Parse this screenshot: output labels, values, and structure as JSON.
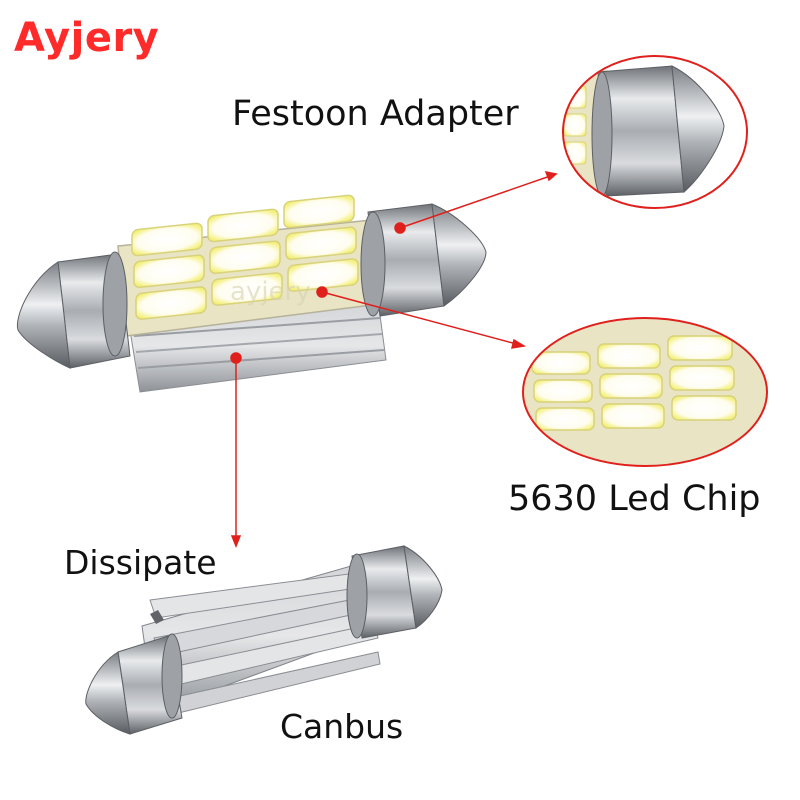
{
  "brand": {
    "name": "Ayjery",
    "color": "#ff2a2a"
  },
  "labels": {
    "festoon_adapter": "Festoon Adapter",
    "led_chip": "5630 Led Chip",
    "dissipate": "Dissipate",
    "canbus": "Canbus"
  },
  "watermark": "ayjery",
  "colors": {
    "callout_line": "#e0201c",
    "led_glow": "#fffbe0",
    "led_chip": "#f3f07a",
    "metal": "#b9bcc0",
    "heatsink": "#c7c9cc"
  }
}
